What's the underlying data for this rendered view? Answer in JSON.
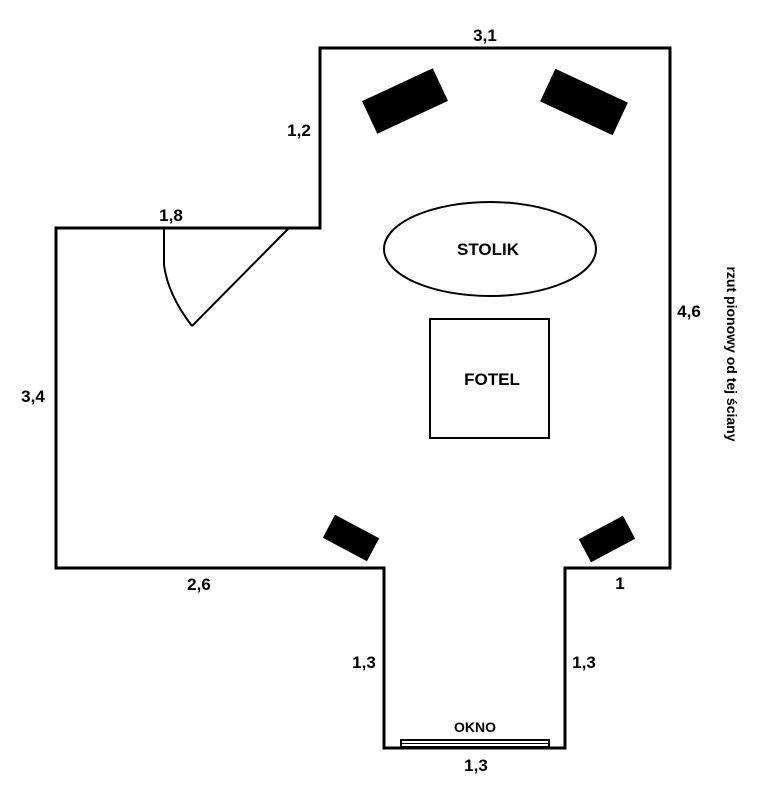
{
  "dimensions": {
    "top": "3,1",
    "step_upper": "1,2",
    "step_lower": "1,8",
    "left": "3,4",
    "right": "4,6",
    "bottom_left": "2,6",
    "bottom_right": "1",
    "alcove_left": "1,3",
    "alcove_right": "1,3",
    "alcove_bottom": "1,3"
  },
  "furniture": {
    "table": "STOLIK",
    "armchair": "FOTEL",
    "window": "OKNO"
  },
  "note": "rzut pionowy od tej ściany"
}
